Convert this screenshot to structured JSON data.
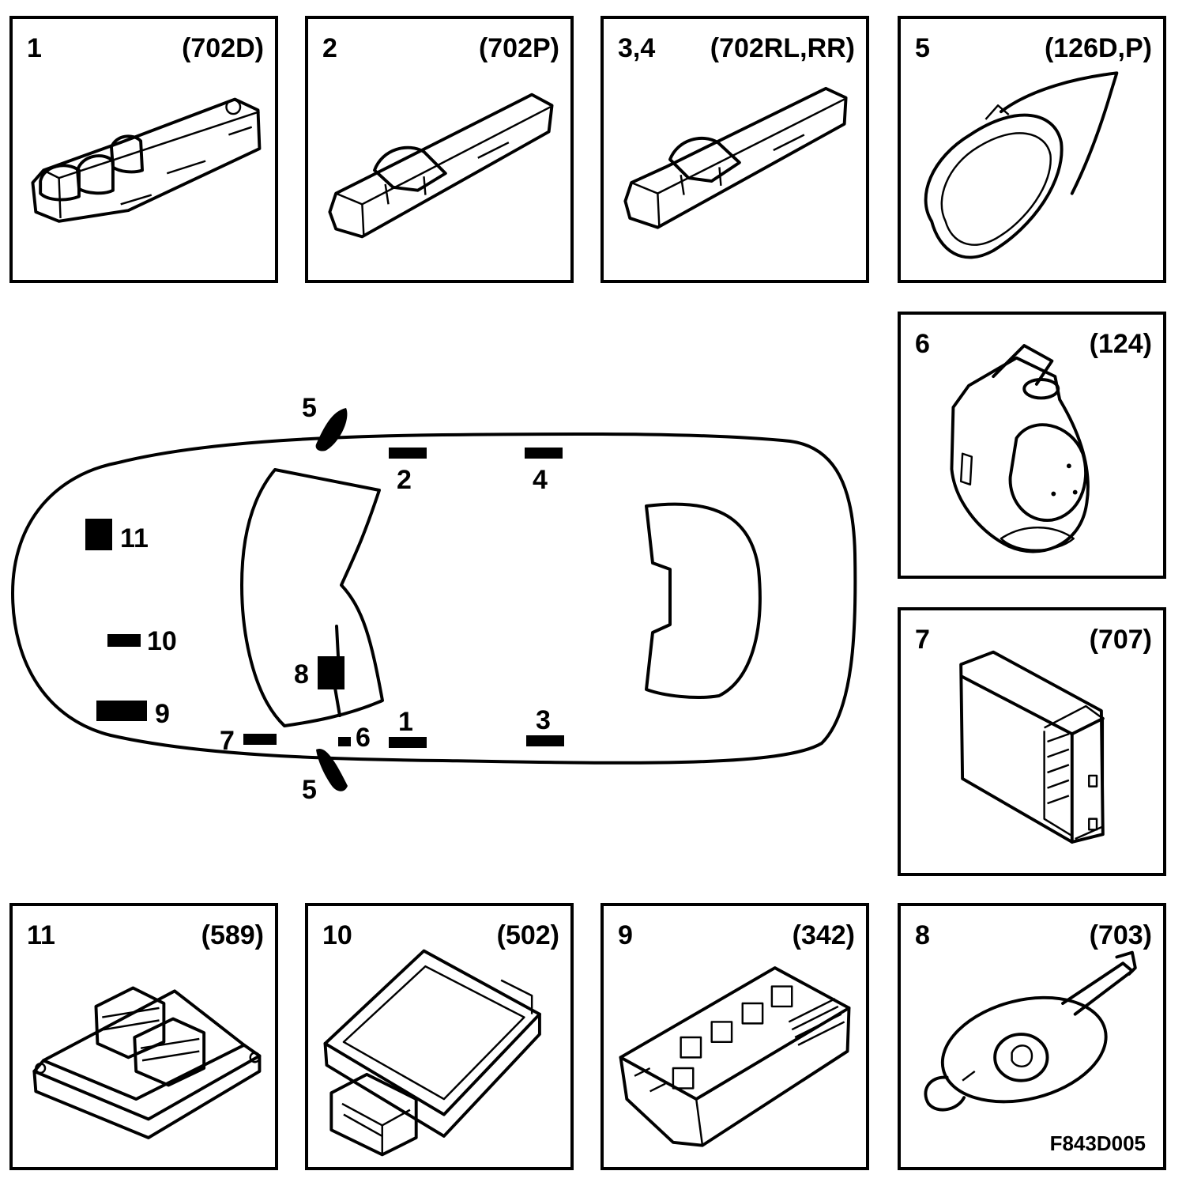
{
  "panels": {
    "p1": {
      "number": "1",
      "code": "(702D)",
      "icon": "window-switch-pack-icon"
    },
    "p2": {
      "number": "2",
      "code": "(702P)",
      "icon": "window-switch-icon"
    },
    "p34": {
      "number": "3,4",
      "code": "(702RL,RR)",
      "icon": "window-switch-icon"
    },
    "p5": {
      "number": "5",
      "code": "(126D,P)",
      "icon": "door-mirror-icon"
    },
    "p6": {
      "number": "6",
      "code": "(124)",
      "icon": "mirror-switch-icon"
    },
    "p7": {
      "number": "7",
      "code": "(707)",
      "icon": "control-module-icon"
    },
    "p8": {
      "number": "8",
      "code": "(703)",
      "icon": "steering-column-switch-icon"
    },
    "p9": {
      "number": "9",
      "code": "(342)",
      "icon": "fuse-relay-box-icon"
    },
    "p10": {
      "number": "10",
      "code": "(502)",
      "icon": "airbag-module-icon"
    },
    "p11": {
      "number": "11",
      "code": "(589)",
      "icon": "engine-control-module-icon"
    }
  },
  "overview": {
    "labels": {
      "l5top": "5",
      "l2": "2",
      "l4": "4",
      "l11": "11",
      "l10": "10",
      "l8": "8",
      "l9": "9",
      "l7": "7",
      "l6": "6",
      "l1": "1",
      "l3": "3",
      "l5bot": "5"
    }
  },
  "figure_id": "F843D005"
}
